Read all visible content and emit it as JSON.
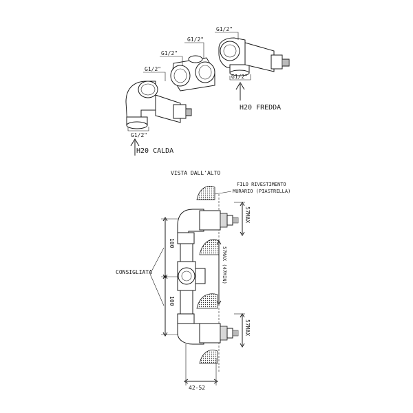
{
  "top_view": {
    "thread_labels": [
      "G1/2\"",
      "G1/2\"",
      "G1/2\"",
      "G1/2\"",
      "G1/2\"",
      "G1/2\""
    ],
    "hot_label": "H20 CALDA",
    "cold_label": "H20 FREDDA"
  },
  "plan_view": {
    "title": "VISTA DALL'ALTO",
    "wall_note_line1": "FILO RIVESTIMENTO",
    "wall_note_line2": "MURARIO (PIASTRELLA)",
    "recommended_label": "CONSIGLIATA",
    "dim_upper": "100",
    "dim_lower": "100",
    "dim_depth_top": "57MAX",
    "dim_depth_bottom": "57MAX",
    "dim_depth_middle": "57MAX (47MIN)",
    "dim_width": "42-52"
  }
}
